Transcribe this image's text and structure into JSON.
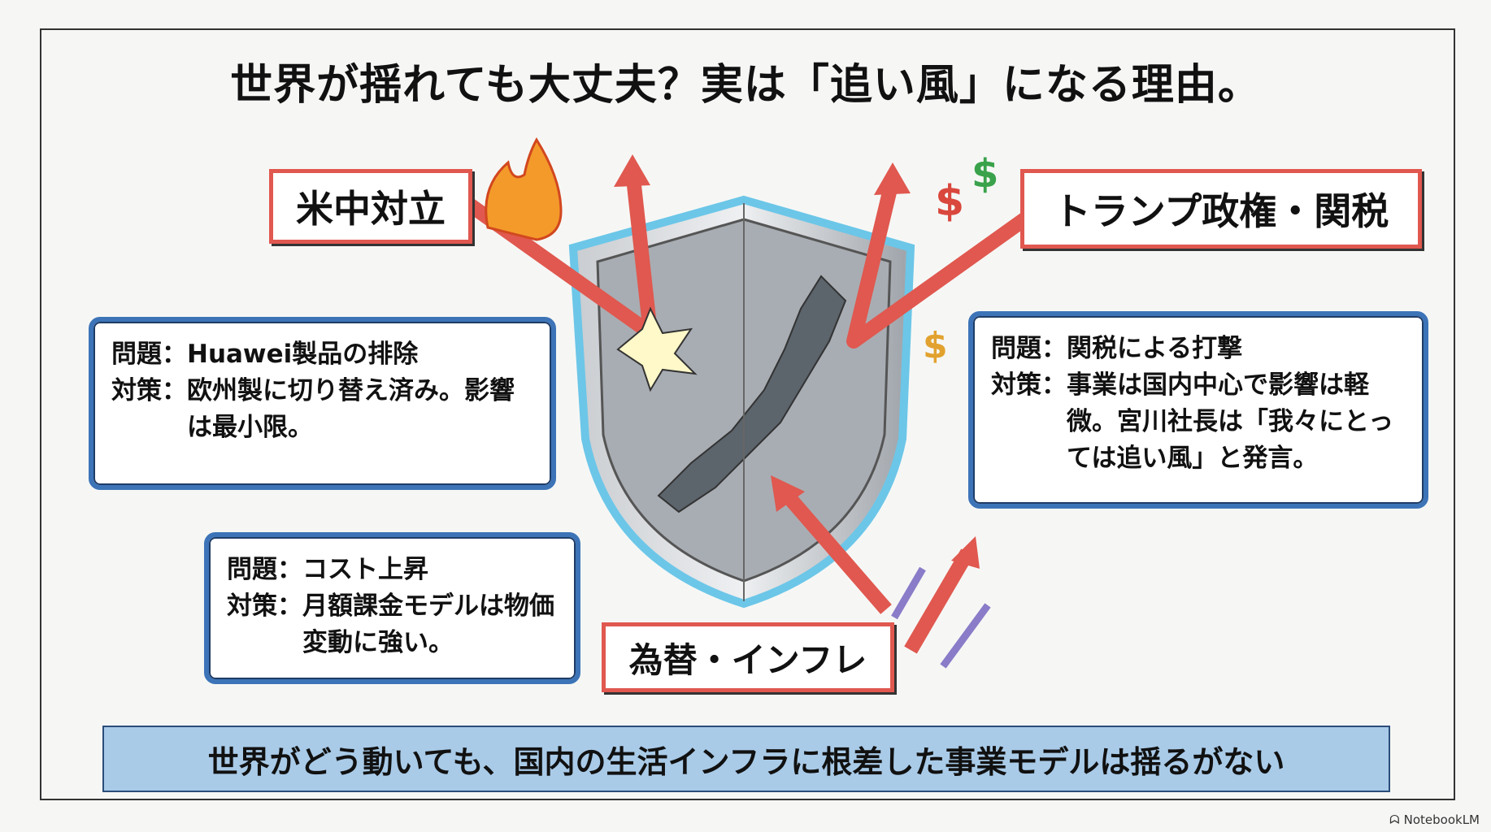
{
  "title": "世界が揺れても大丈夫？実は「追い風」になる理由。",
  "risks": {
    "us_china": "米中対立",
    "trump": "トランプ政権・関税",
    "fx": "為替・インフレ"
  },
  "bubbles": [
    {
      "problem_label": "問題：",
      "problem": "Huawei製品の排除",
      "solution_label": "対策：",
      "solution": "欧州製に切り替え済み。影響は最小限。"
    },
    {
      "problem_label": "問題：",
      "problem": "関税による打撃",
      "solution_label": "対策：",
      "solution": "事業は国内中心で影響は軽微。宮川社長は「我々にとっては追い風」と発言。"
    },
    {
      "problem_label": "問題：",
      "problem": "コスト上昇",
      "solution_label": "対策：",
      "solution": "月額課金モデルは物価変動に強い。"
    }
  ],
  "banner": "世界がどう動いても、国内の生活インフラに根差した事業モデルは揺るがない",
  "branding": "NotebookLM",
  "colors": {
    "red": "#e0584f",
    "blue": "#3d74b8",
    "banner": "#a9cbe8"
  }
}
